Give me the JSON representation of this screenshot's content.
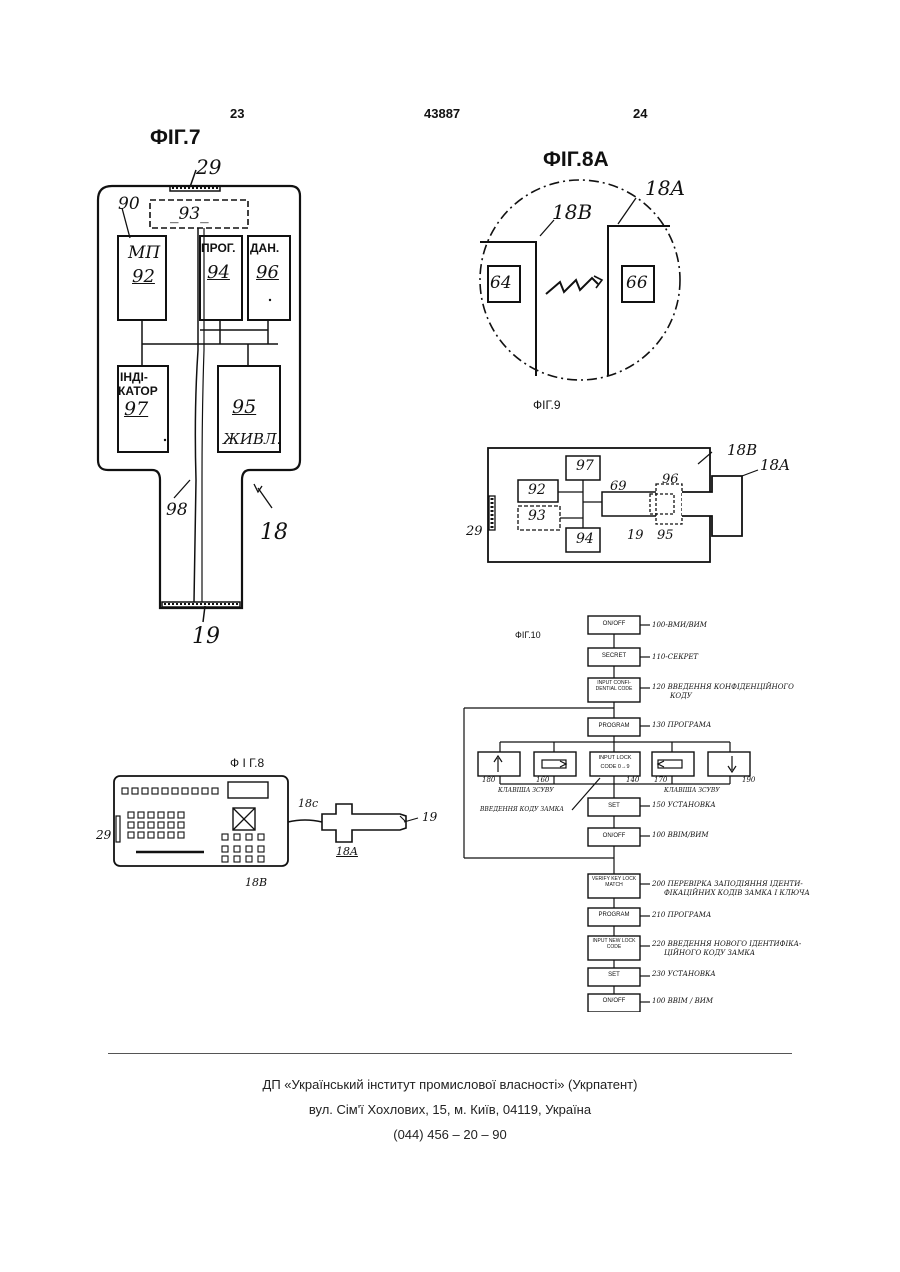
{
  "header": {
    "page_left": "23",
    "patent_number": "43887",
    "page_right": "24"
  },
  "fig7": {
    "title": "ФІГ.7",
    "labels": {
      "l29": "29",
      "l90": "90",
      "l93": "_93_",
      "mp": "МП",
      "n92": "92",
      "prog": "ПРОГ.",
      "n94": "94",
      "dan": "ДАН.",
      "n96": "96",
      "ind1": "ІНДІ-",
      "ind2": "КАТОР",
      "n97": "97",
      "n95": "95",
      "zhyvl": "ЖИВЛ.",
      "n98": "98",
      "n18": "18",
      "n19": "19"
    }
  },
  "fig8a": {
    "title": "ФІГ.8А",
    "labels": {
      "l18a": "18A",
      "l18b": "18B",
      "n64": "64",
      "n66": "66"
    }
  },
  "fig9": {
    "title": "ФІГ.9",
    "labels": {
      "l18b": "18B",
      "l18a": "18A",
      "n97": "97",
      "n92": "92",
      "n93": "93",
      "n94": "94",
      "n69": "69",
      "n96": "96",
      "n29": "29",
      "n19": "19",
      "n95": "95"
    }
  },
  "fig8": {
    "title": "Ф І Г.8",
    "labels": {
      "l29": "29",
      "l18c": "18c",
      "l19": "19",
      "l18a": "18A",
      "l18b": "18B"
    }
  },
  "fig10": {
    "title": "ФІГ.10",
    "boxes": {
      "b100": "ON/OFF",
      "b110": "SECRET",
      "b120": "INPUT CONFI-DENTIAL CODE",
      "b130": "PROGRAM",
      "lock1": "INPUT LOCK",
      "lock2": "CODE  0→9",
      "b150": "SET",
      "b100b": "ON/OFF",
      "b200": "VERIFY KEY LOCK MATCH",
      "b210": "PROGRAM",
      "b220": "INPUT NEW LOCK CODE",
      "b230": "SET",
      "b100c": "ON/OFF"
    },
    "notes": {
      "n100": "100-ВМИ/ВИМ",
      "n110": "110-СЕКРЕТ",
      "n120a": "120 ВВЕДЕННЯ КОНФІДЕНЦІЙНОГО",
      "n120b": "КОДУ",
      "n130": "130 ПРОГРАМА",
      "n150": "150 УСТАНОВКА",
      "n100b": "100 ВВІМ/ВИМ",
      "n200a": "200 ПЕРЕВІРКА ЗАПОДІЯННЯ ІДЕНТИ-",
      "n200b": "ФІКАЦІЙНИХ КОДІВ ЗАМКА І КЛЮЧА",
      "n210": "210 ПРОГРАМА",
      "n220a": "220 ВВЕДЕННЯ НОВОГО ІДЕНТИФІКА-",
      "n220b": "ЦІЙНОГО КОДУ ЗАМКА",
      "n230": "230 УСТАНОВКА",
      "n100c": "100 ВВІМ / ВИМ",
      "k180": "180",
      "k160": "160",
      "k140": "140",
      "k170": "170",
      "k190": "190",
      "left_shift": "КЛАВІША ЗСУВУ",
      "right_shift": "КЛАВІША ЗСУВУ",
      "lock_entry": "ВВЕДЕННЯ КОДУ ЗАМКА"
    }
  },
  "footer": {
    "line1": "ДП «Український інститут промислової власності» (Укрпатент)",
    "line2": "вул. Сім'ї Хохлових, 15, м. Київ, 04119, Україна",
    "line3": "(044) 456 – 20 – 90"
  }
}
